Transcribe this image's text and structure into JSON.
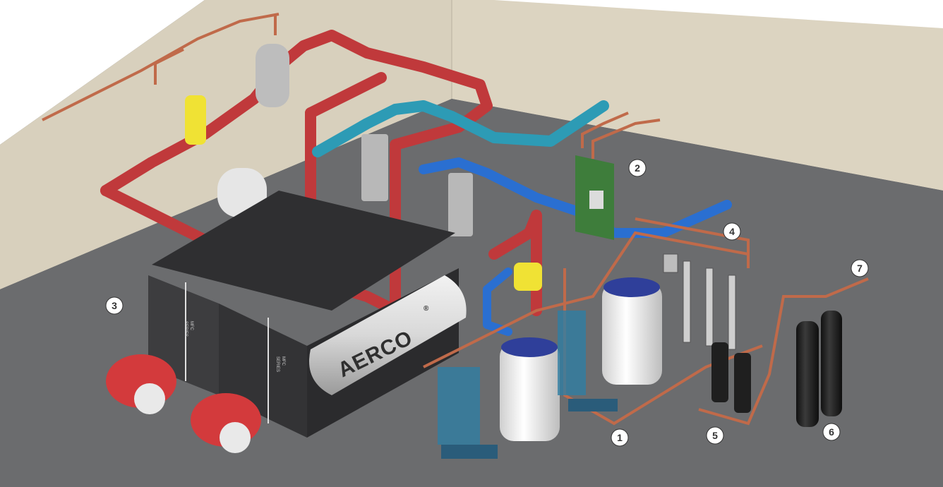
{
  "callouts": [
    {
      "id": "1",
      "label": "1"
    },
    {
      "id": "2",
      "label": "2"
    },
    {
      "id": "3",
      "label": "3"
    },
    {
      "id": "4",
      "label": "4"
    },
    {
      "id": "5",
      "label": "5"
    },
    {
      "id": "6",
      "label": "6"
    },
    {
      "id": "7",
      "label": "7"
    }
  ],
  "boiler": {
    "brand": "AERCO",
    "registered": "®",
    "series_badge": "MFC",
    "series_word": "SERIES"
  },
  "colors": {
    "wall": "#d9d1bd",
    "floor": "#6b6c6e",
    "hot_pipe": "#c0393b",
    "cold_pipe": "#2d9bb5",
    "return_pipe": "#2a6fd1",
    "copper_pipe": "#c06a4a",
    "boiler_body": "#3a3a3c",
    "boiler_shell": "#e4e4e4",
    "burner": "#d33a3c"
  }
}
